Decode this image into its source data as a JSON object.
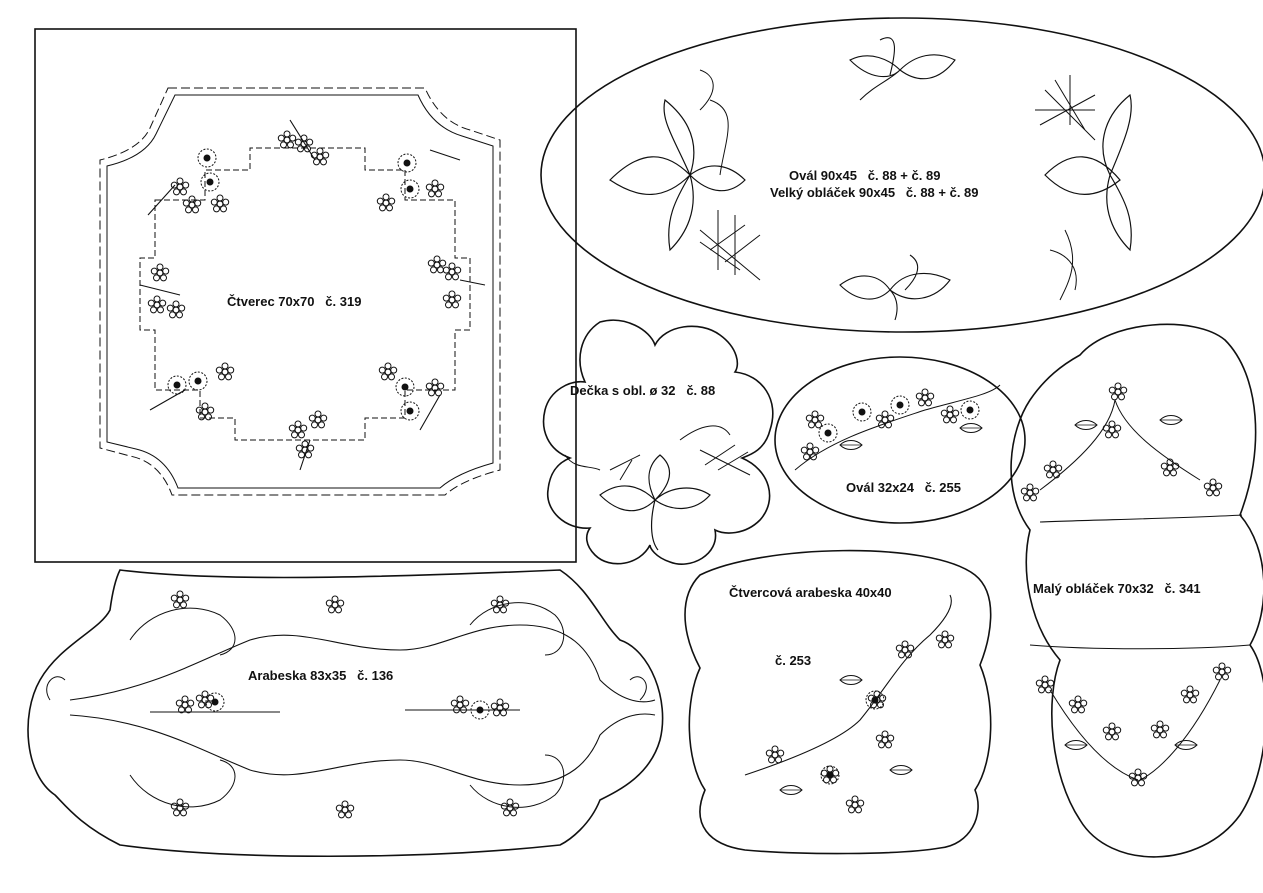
{
  "colors": {
    "ink": "#111111",
    "paper": "#ffffff"
  },
  "patterns": {
    "square": {
      "label": "Čtverec 70x70   č. 319"
    },
    "large_oval": {
      "label_line1": "Ovál 90x45   č. 88 + č. 89",
      "label_line2": "Velký obláček 90x45   č. 88 + č. 89"
    },
    "doily": {
      "label": "Dečka s obl. ø 32   č. 88"
    },
    "small_oval": {
      "label": "Ovál 32x24   č. 255"
    },
    "arabesque": {
      "label": "Arabeska 83x35   č. 136"
    },
    "square_arabesque": {
      "label_line1": "Čtvercová arabeska 40x40",
      "label_line2": "č. 253"
    },
    "small_cloud": {
      "label": "Malý obláček 70x32   č. 341"
    }
  }
}
